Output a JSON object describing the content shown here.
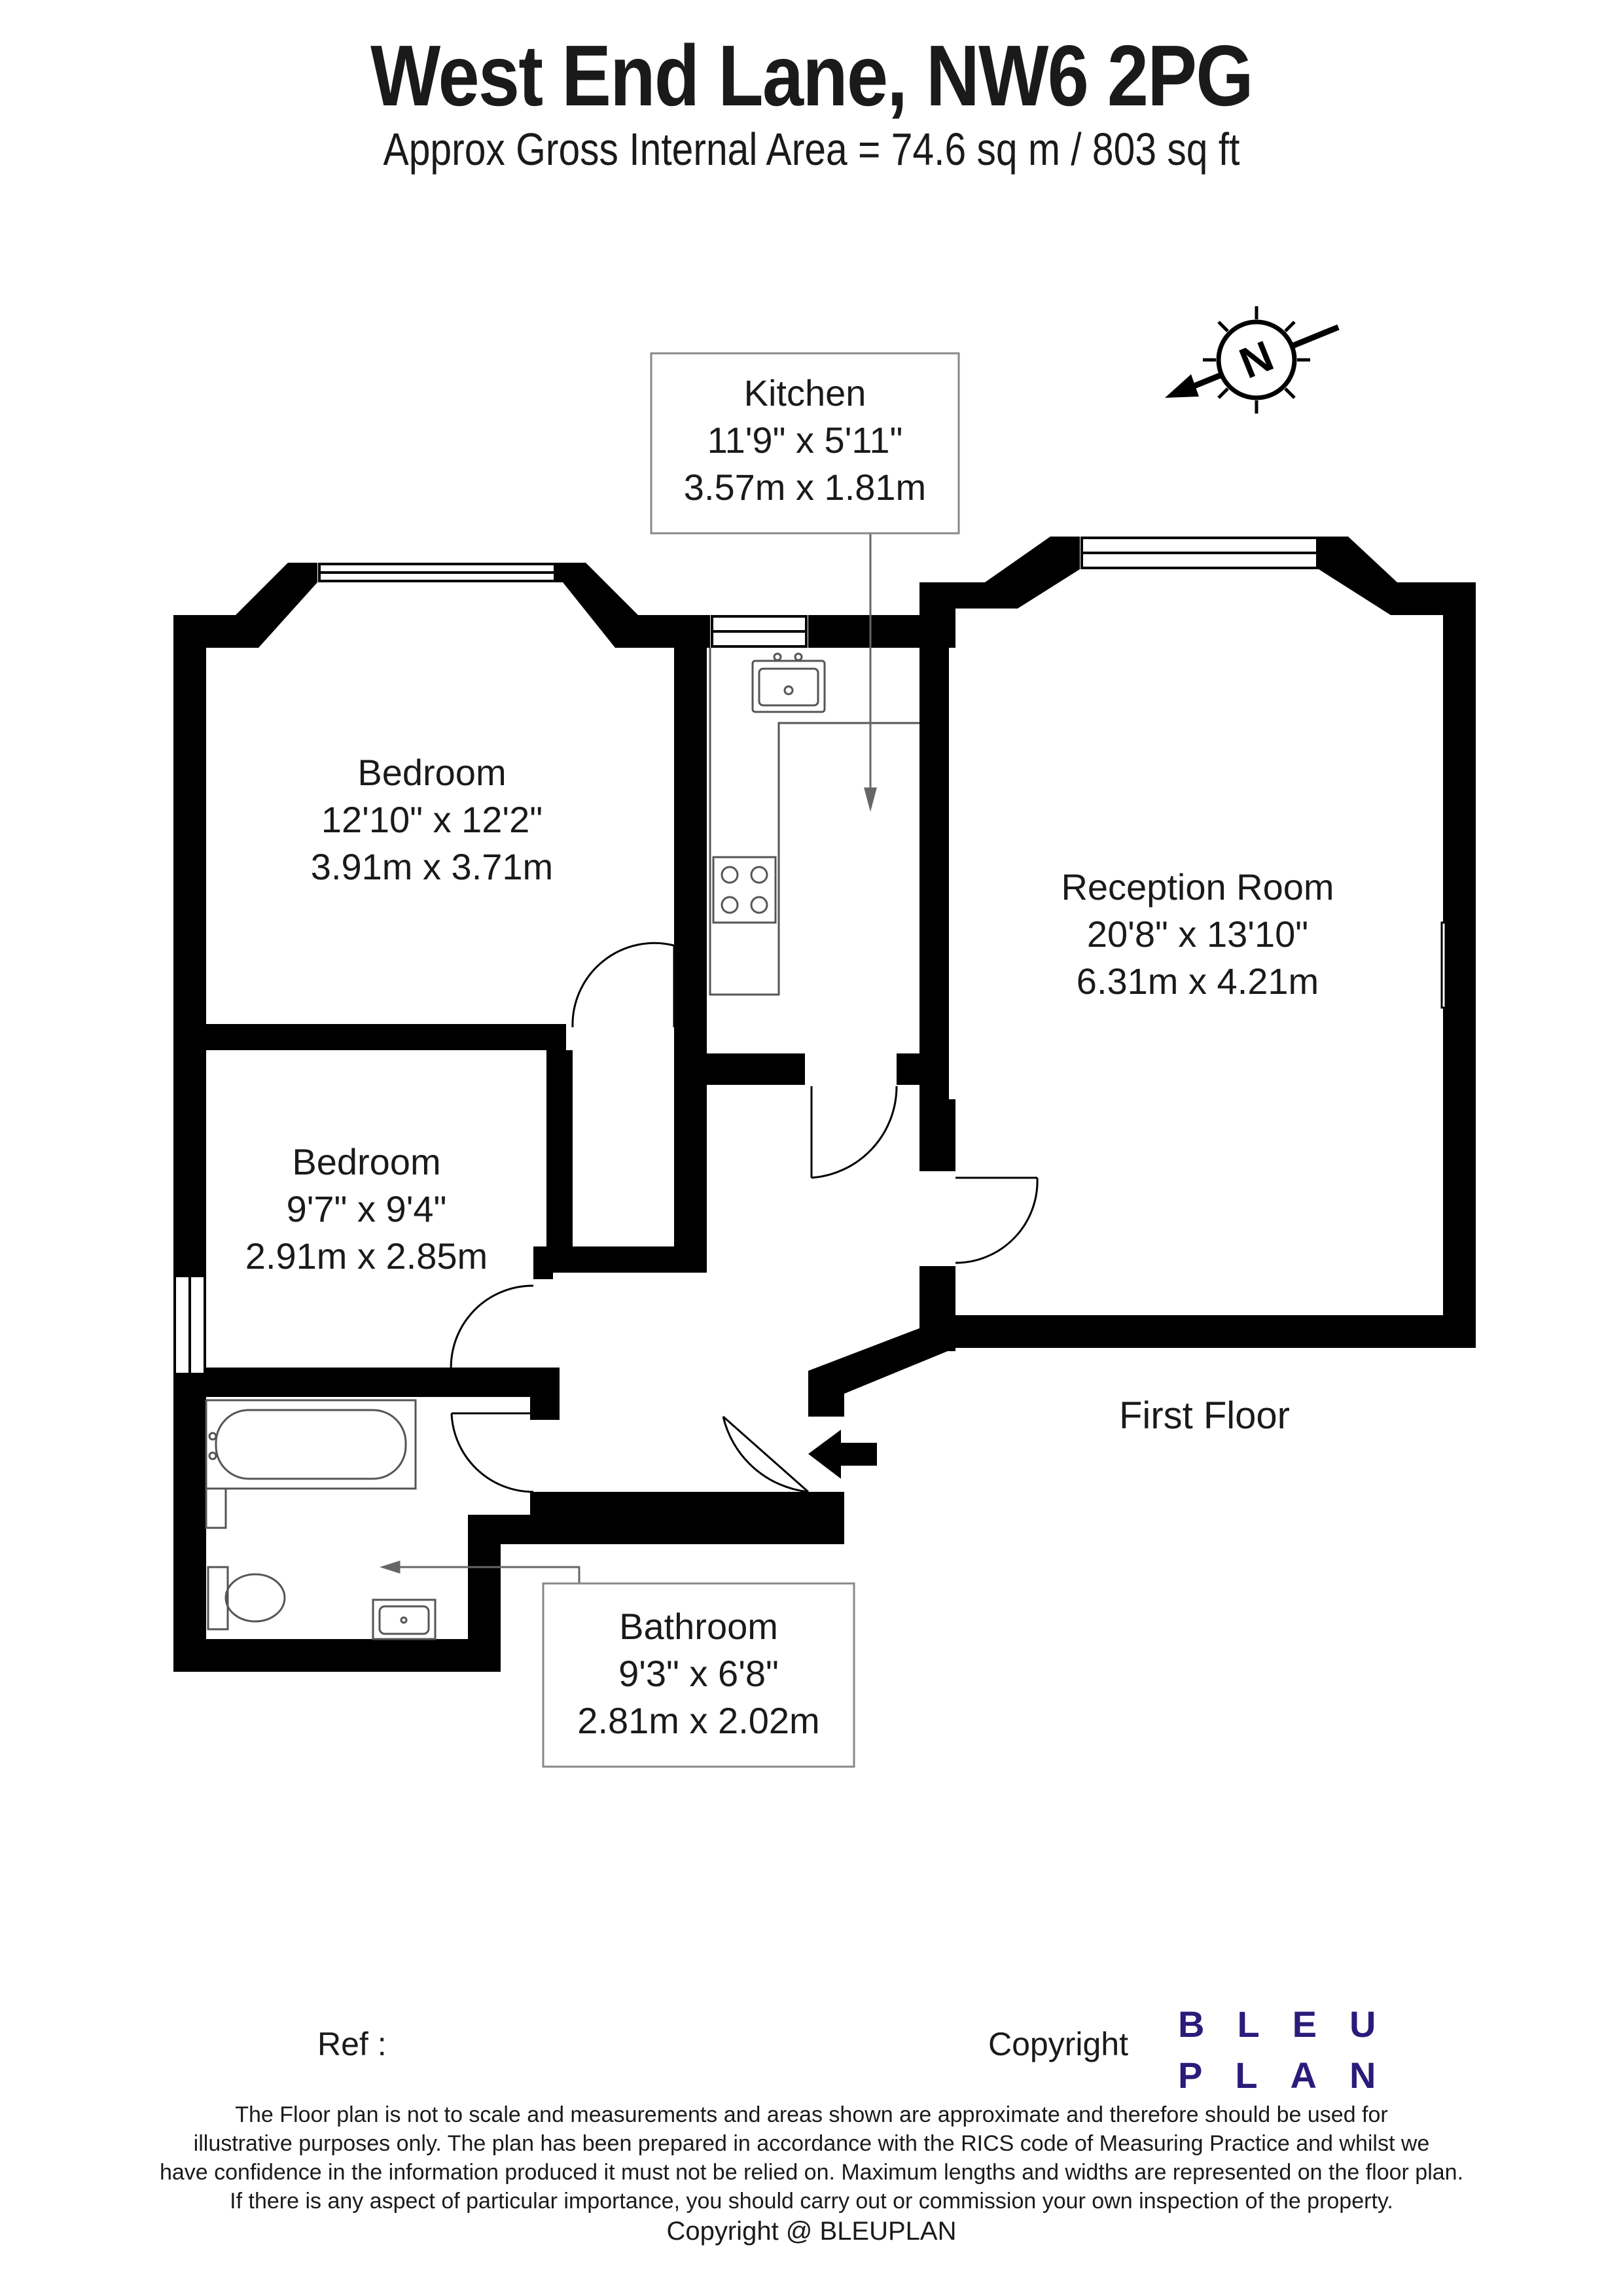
{
  "header": {
    "title": "West End Lane, NW6 2PG",
    "subtitle": "Approx Gross Internal Area = 74.6 sq m / 803 sq ft"
  },
  "rooms": {
    "kitchen": {
      "name": "Kitchen",
      "imperial": "11'9\" x 5'11\"",
      "metric": "3.57m x 1.81m"
    },
    "bedroom1": {
      "name": "Bedroom",
      "imperial": "12'10\" x 12'2\"",
      "metric": "3.91m x 3.71m"
    },
    "reception": {
      "name": "Reception Room",
      "imperial": "20'8\" x 13'10\"",
      "metric": "6.31m x 4.21m"
    },
    "bedroom2": {
      "name": "Bedroom",
      "imperial": "9'7\" x 9'4\"",
      "metric": "2.91m x 2.85m"
    },
    "bathroom": {
      "name": "Bathroom",
      "imperial": "9'3\" x 6'8\"",
      "metric": "2.81m x 2.02m"
    }
  },
  "floor_label": "First Floor",
  "compass_letter": "N",
  "footer": {
    "ref_label": "Ref  :",
    "copyright_label": "Copyright",
    "logo_line1": "BLEU",
    "logo_line2": "PLAN",
    "disclaimer": [
      "The Floor plan is not to scale and measurements and areas shown are approximate and therefore should be used for",
      "illustrative purposes only. The plan has been prepared in accordance with the RICS code of Measuring Practice and whilst we",
      "have confidence in the information produced it must not be relied on. Maximum lengths and widths are represented on the floor plan.",
      "If there is any aspect of particular importance, you should carry out or commission your own inspection of the property."
    ],
    "copyright_line": "Copyright @ BLEUPLAN"
  },
  "colors": {
    "wall": "#000000",
    "logo": "#2b1b7a",
    "fixture": "#7a7a7a"
  }
}
